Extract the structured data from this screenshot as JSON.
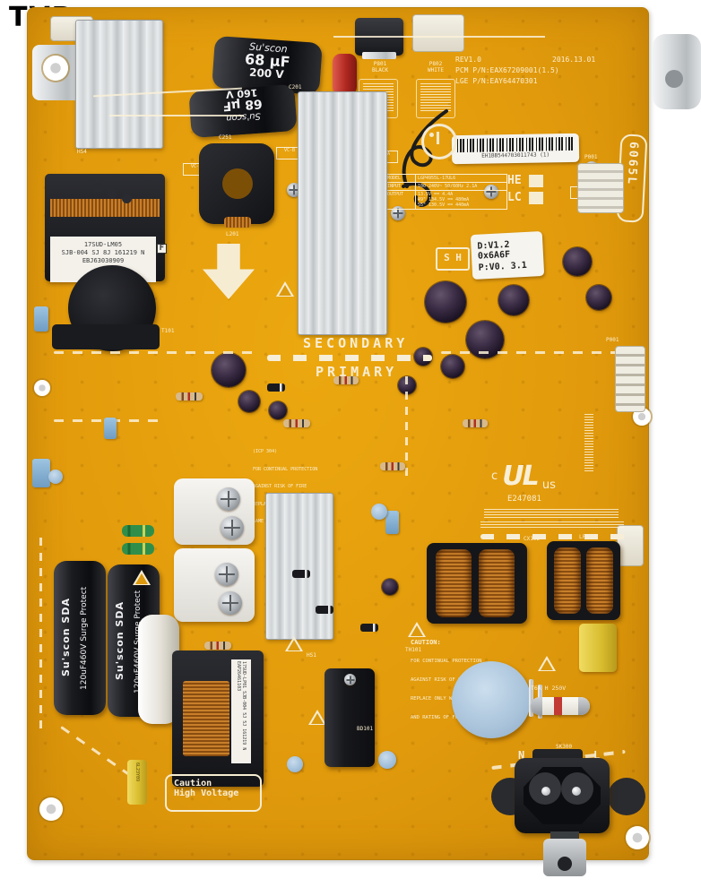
{
  "page": {
    "watermark": "TVP"
  },
  "silkscreen": {
    "rev": "REV1.0",
    "date": "2016.13.01",
    "pcm": "PCM P/N:EAX67209001(1.5)",
    "lge": "LGE P/N:EAY64470301",
    "p801_ref": "P801",
    "p801_color": "BLACK",
    "p802_ref": "P802",
    "p802_color": "WHITE",
    "p803_ref": "P802",
    "secondary": "SECONDARY",
    "primary": "PRIMARY",
    "board_code": "6065L",
    "he": "HE",
    "lc": "LC",
    "sh": "S H",
    "neutral": "N",
    "line": "L",
    "fuse_rating": "T6A H 250V",
    "ul_c": "c",
    "ul_mark": "UL",
    "ul_us": "us",
    "ul_number": "E247081",
    "spec_table": {
      "model_label": "MODEL",
      "model_value": "LGP4955L-17UL6",
      "input_label": "INPUT",
      "input_value": "100-240V~ 50/60Hz 2.1A",
      "output_label": "OUTPUT",
      "output_rows": [
        "13.5V == 4.4A",
        "49\" 134.5V == 480mA",
        "55\" 130.5V == 440mA"
      ]
    },
    "caution_fuse": [
      "CAUTION:",
      "FOR CONTINUAL PROTECTION",
      "AGAINST RISK OF FIRE,",
      "REPLACE ONLY WITH SAME TYPE",
      "AND RATING OF FUSE"
    ],
    "caution_small": [
      "(ICP 304)",
      "FOR CONTINUAL PROTECTION",
      "AGAINST RISK OF FIRE",
      "REPLACE ONLY WITH",
      "SAME TYPE AND RATING"
    ],
    "refs": {
      "c201": "C201",
      "c251": "C251",
      "l201": "L201",
      "t101": "T101",
      "hs4": "HS4",
      "hs1": "HS1",
      "bd101": "BD101",
      "cx102": "CX102",
      "lf101": "LF101",
      "th101": "TH101",
      "sk300": "SK300",
      "p001": "P001",
      "vc1": "VC-B",
      "vc2": "VC-B",
      "vc3": "VC-A",
      "vc4": "VC-P",
      "vc5": "VC-D"
    }
  },
  "stickers": {
    "barcode_text": "EH1BB544703011743 (1)",
    "firmware_line1": "D:V1.2 0x6A6F",
    "firmware_line2": "P:V0. 3.1"
  },
  "components": {
    "cap_200v": {
      "brand": "Su'scon",
      "value": "68 µF",
      "voltage": "200 V"
    },
    "cap_160v": {
      "brand": "Su'scon",
      "value": "68 µF",
      "voltage": "160 V"
    },
    "bulk_cap": {
      "brand": "Su'scon",
      "series": "SDA",
      "rating": "120uF460V",
      "note": "Surge Protect"
    },
    "transformer_main": {
      "line1": "17SUD-LM05",
      "line2": "SJB-004 SJ 8J 161219 N",
      "line3": "EBJ63030909",
      "grade": "F"
    },
    "transformer_sub": {
      "label": "17SUD-LP01 SJB-004 5J 5J 161219 N EAP26461103"
    },
    "caution_hv": {
      "line1": "Caution",
      "line2": "High Voltage"
    },
    "yellow_cap_label": "6L23Y09"
  }
}
